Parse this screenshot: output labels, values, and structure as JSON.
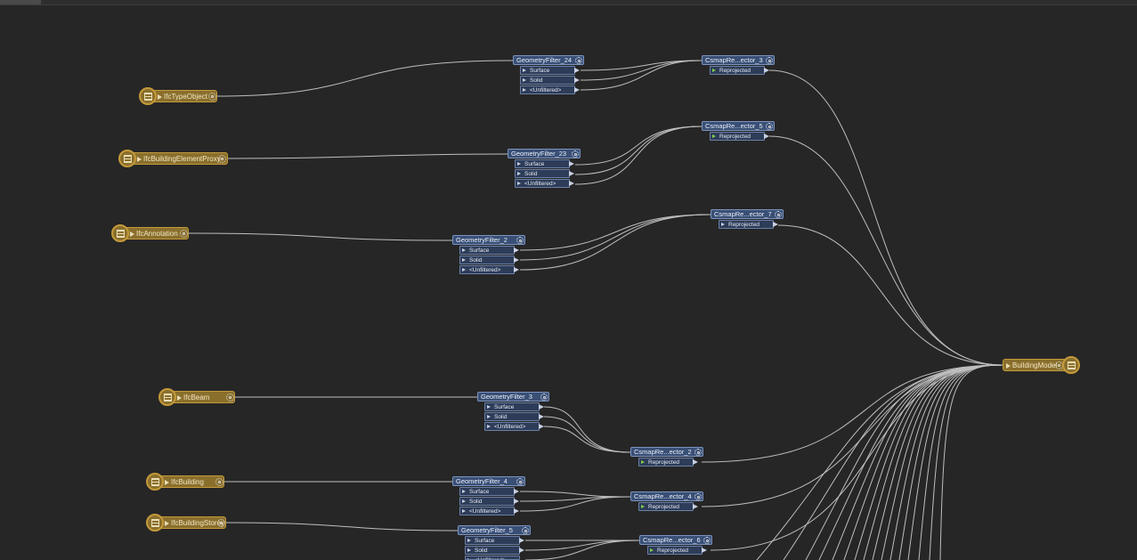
{
  "colors": {
    "background": "#262626",
    "feature_type": "#8a6f2c",
    "transformer": "#394f75",
    "wire": "#d9d9d9"
  },
  "readers": [
    {
      "id": "r1",
      "label": "IfcTypeObject"
    },
    {
      "id": "r2",
      "label": "IfcBuildingElementProxy"
    },
    {
      "id": "r3",
      "label": "IfcAnnotation"
    },
    {
      "id": "r4",
      "label": "IfcBeam"
    },
    {
      "id": "r5",
      "label": "IfcBuilding"
    },
    {
      "id": "r6",
      "label": "IfcBuildingStorey"
    }
  ],
  "geometry_filters": [
    {
      "id": "g24",
      "label": "GeometryFilter_24",
      "ports": [
        "Surface",
        "Solid",
        "<Unfiltered>"
      ]
    },
    {
      "id": "g23",
      "label": "GeometryFilter_23",
      "ports": [
        "Surface",
        "Solid",
        "<Unfiltered>"
      ]
    },
    {
      "id": "g2",
      "label": "GeometryFilter_2",
      "ports": [
        "Surface",
        "Solid",
        "<Unfiltered>"
      ]
    },
    {
      "id": "g3",
      "label": "GeometryFilter_3",
      "ports": [
        "Surface",
        "Solid",
        "<Unfiltered>"
      ]
    },
    {
      "id": "g4",
      "label": "GeometryFilter_4",
      "ports": [
        "Surface",
        "Solid",
        "<Unfiltered>"
      ]
    },
    {
      "id": "g5",
      "label": "GeometryFilter_5",
      "ports": [
        "Surface",
        "Solid",
        "<Unfiltered>"
      ]
    }
  ],
  "reprojectors": [
    {
      "id": "c3",
      "label": "CsmapRe...ector_3",
      "port": "Reprojected"
    },
    {
      "id": "c5",
      "label": "CsmapRe...ector_5",
      "port": "Reprojected"
    },
    {
      "id": "c7",
      "label": "CsmapRe...ector_7",
      "port": "Reprojected"
    },
    {
      "id": "c2",
      "label": "CsmapRe...ector_2",
      "port": "Reprojected"
    },
    {
      "id": "c4",
      "label": "CsmapRe...ector_4",
      "port": "Reprojected"
    },
    {
      "id": "c6",
      "label": "CsmapRe...ector_6",
      "port": "Reprojected"
    }
  ],
  "writer": {
    "id": "w1",
    "label": "BuildingModel"
  }
}
